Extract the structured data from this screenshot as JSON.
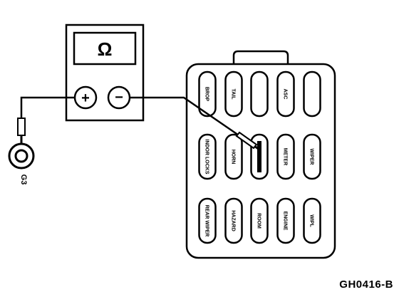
{
  "meter": {
    "display_symbol": "Ω",
    "positive_symbol": "+",
    "negative_symbol": "−"
  },
  "ground_terminal": {
    "label": "G3"
  },
  "fuse_panel": {
    "fuses": [
      {
        "row": 0,
        "col": 0,
        "label": "BROP"
      },
      {
        "row": 0,
        "col": 1,
        "label": "TAIL"
      },
      {
        "row": 0,
        "col": 2,
        "label": ""
      },
      {
        "row": 0,
        "col": 3,
        "label": "ASC"
      },
      {
        "row": 0,
        "col": 4,
        "label": ""
      },
      {
        "row": 1,
        "col": 0,
        "label": "INDOR LOCKS"
      },
      {
        "row": 1,
        "col": 1,
        "label": "HORN"
      },
      {
        "row": 1,
        "col": 2,
        "label": ""
      },
      {
        "row": 1,
        "col": 3,
        "label": "METER"
      },
      {
        "row": 1,
        "col": 4,
        "label": "WIPER"
      },
      {
        "row": 2,
        "col": 0,
        "label": "REAR WIPER"
      },
      {
        "row": 2,
        "col": 1,
        "label": "HAZARD"
      },
      {
        "row": 2,
        "col": 2,
        "label": "ROOM"
      },
      {
        "row": 2,
        "col": 3,
        "label": "ENGINE"
      },
      {
        "row": 2,
        "col": 4,
        "label": "WIPL"
      }
    ],
    "probed_fuse": {
      "row": 1,
      "col": 2
    }
  },
  "figure_id": "GH0416-B"
}
